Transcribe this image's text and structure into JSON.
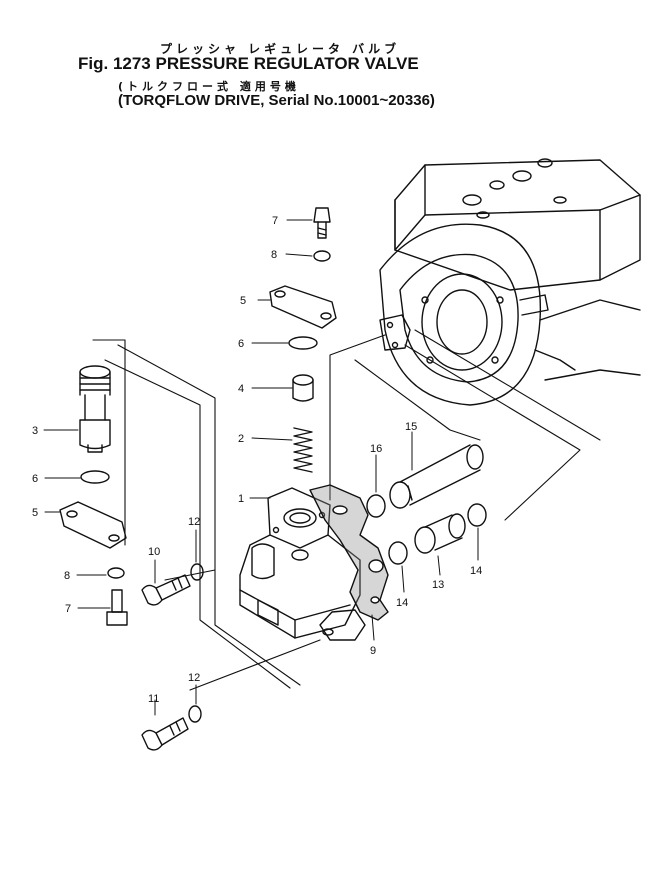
{
  "header": {
    "title_kana": "プレッシャ レギュレータ バルブ",
    "title": "Fig. 1273  PRESSURE REGULATOR VALVE",
    "subtitle_kana": "(トルクフロー式 適用号機",
    "subtitle": "(TORQFLOW DRIVE, Serial No.10001~20336)"
  },
  "callouts": {
    "c1": "1",
    "c2": "2",
    "c3": "3",
    "c4": "4",
    "c5a": "5",
    "c5b": "5",
    "c6a": "6",
    "c6b": "6",
    "c7a": "7",
    "c7b": "7",
    "c8a": "8",
    "c8b": "8",
    "c9": "9",
    "c10": "10",
    "c11": "11",
    "c12a": "12",
    "c12b": "12",
    "c13": "13",
    "c14a": "14",
    "c14b": "14",
    "c15": "15",
    "c16": "16"
  }
}
